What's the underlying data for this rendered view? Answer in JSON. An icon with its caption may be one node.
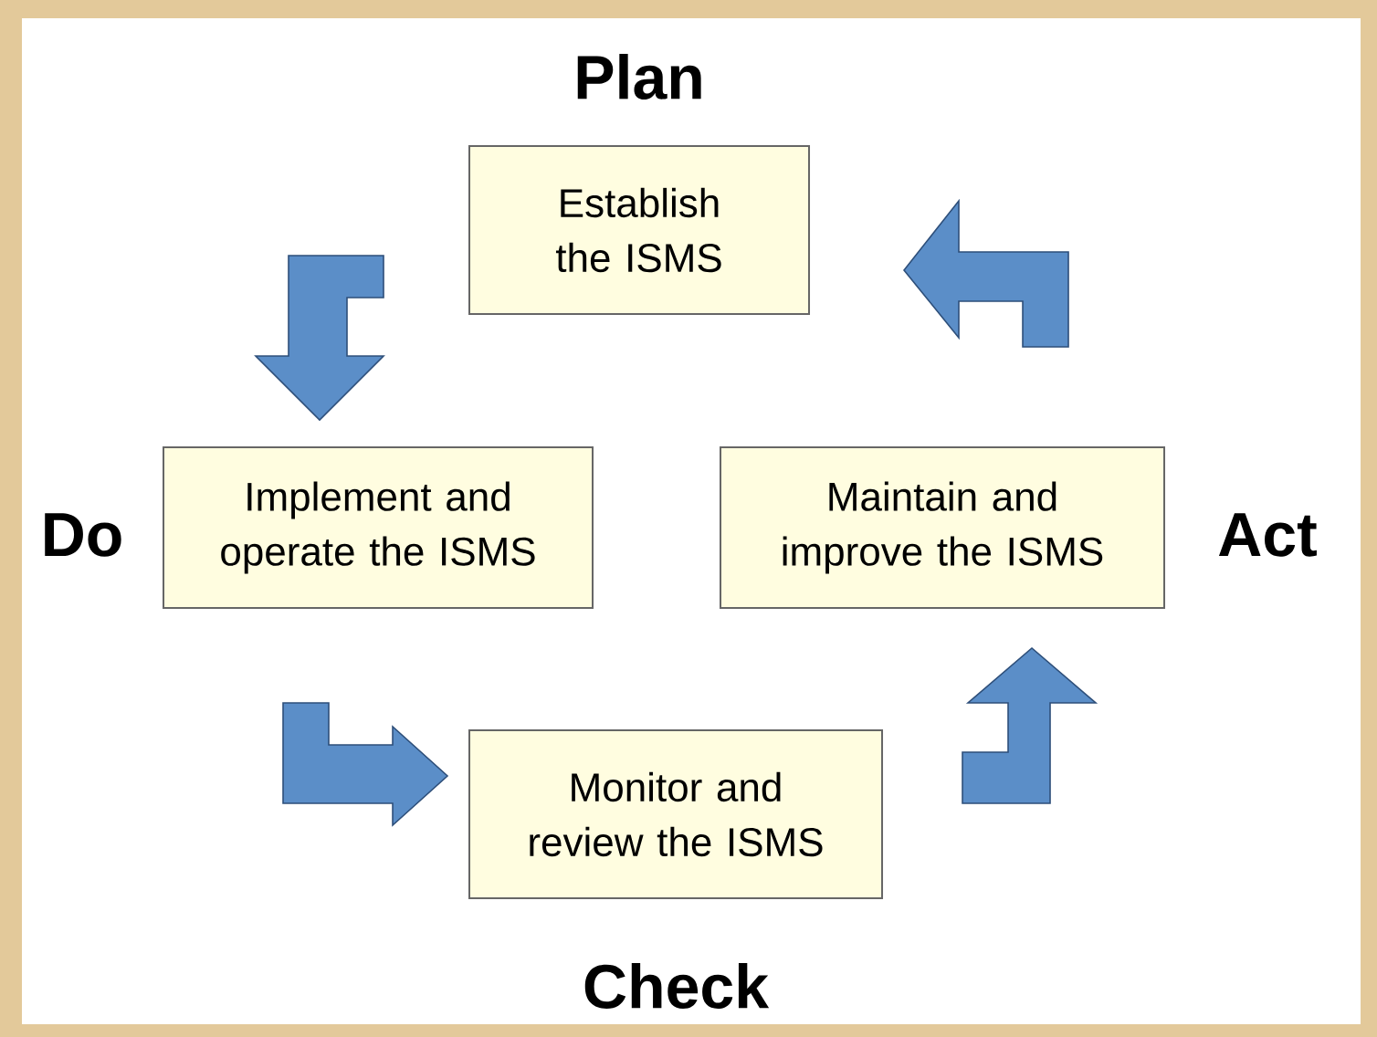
{
  "diagram": {
    "nodes": [
      {
        "text": [
          "Establish the ISMS"
        ],
        "beside": [
          "Plan"
        ]
      },
      {
        "text": [
          "Implement and operate the ISMS"
        ],
        "beside": [
          "Do"
        ]
      },
      {
        "text": [
          "Maintain and improve the ISMS"
        ],
        "beside": [
          "Act"
        ]
      },
      {
        "text": [
          "Monitor and review the ISMS"
        ],
        "beside": [
          "Check"
        ]
      }
    ],
    "edges": [
      {
        "from": 0,
        "to": 1,
        "arrow": "to"
      },
      {
        "from": 1,
        "to": 3,
        "arrow": "to"
      },
      {
        "from": 3,
        "to": 2,
        "arrow": "to"
      },
      {
        "from": 2,
        "to": 0,
        "arrow": "to"
      }
    ]
  }
}
